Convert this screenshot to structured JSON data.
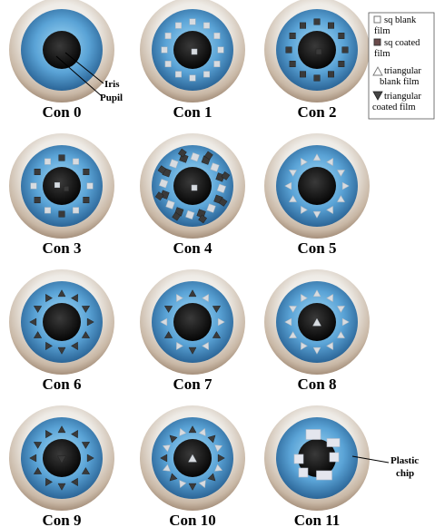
{
  "panels": [
    {
      "label": "Con 0"
    },
    {
      "label": "Con 1"
    },
    {
      "label": "Con 2"
    },
    {
      "label": "Con 3"
    },
    {
      "label": "Con 4"
    },
    {
      "label": "Con 5"
    },
    {
      "label": "Con 6"
    },
    {
      "label": "Con 7"
    },
    {
      "label": "Con 8"
    },
    {
      "label": "Con 9"
    },
    {
      "label": "Con 10"
    },
    {
      "label": "Con 11"
    }
  ],
  "annotations": {
    "iris": "Iris",
    "pupil": "Pupil",
    "plastic_chip_line1": "Plastic",
    "plastic_chip_line2": "chip"
  },
  "legend": {
    "sq_blank_line1": "sq blank",
    "sq_blank_line2": "film",
    "sq_coated_line1": "sq coated",
    "sq_coated_line2": "film",
    "tri_blank_line1": "triangular",
    "tri_blank_line2": "blank film",
    "tri_coated_line1": "triangular",
    "tri_coated_line2": "coated film"
  },
  "colors": {
    "sclera_center": "#fbfbfb",
    "sclera_edge": "#a9907a",
    "iris_center": "#8fcdf0",
    "iris_edge": "#2f6c9e",
    "pupil": "#111111",
    "blank_film": "#d7dbe0",
    "coated_film": "#3a3a3a"
  }
}
